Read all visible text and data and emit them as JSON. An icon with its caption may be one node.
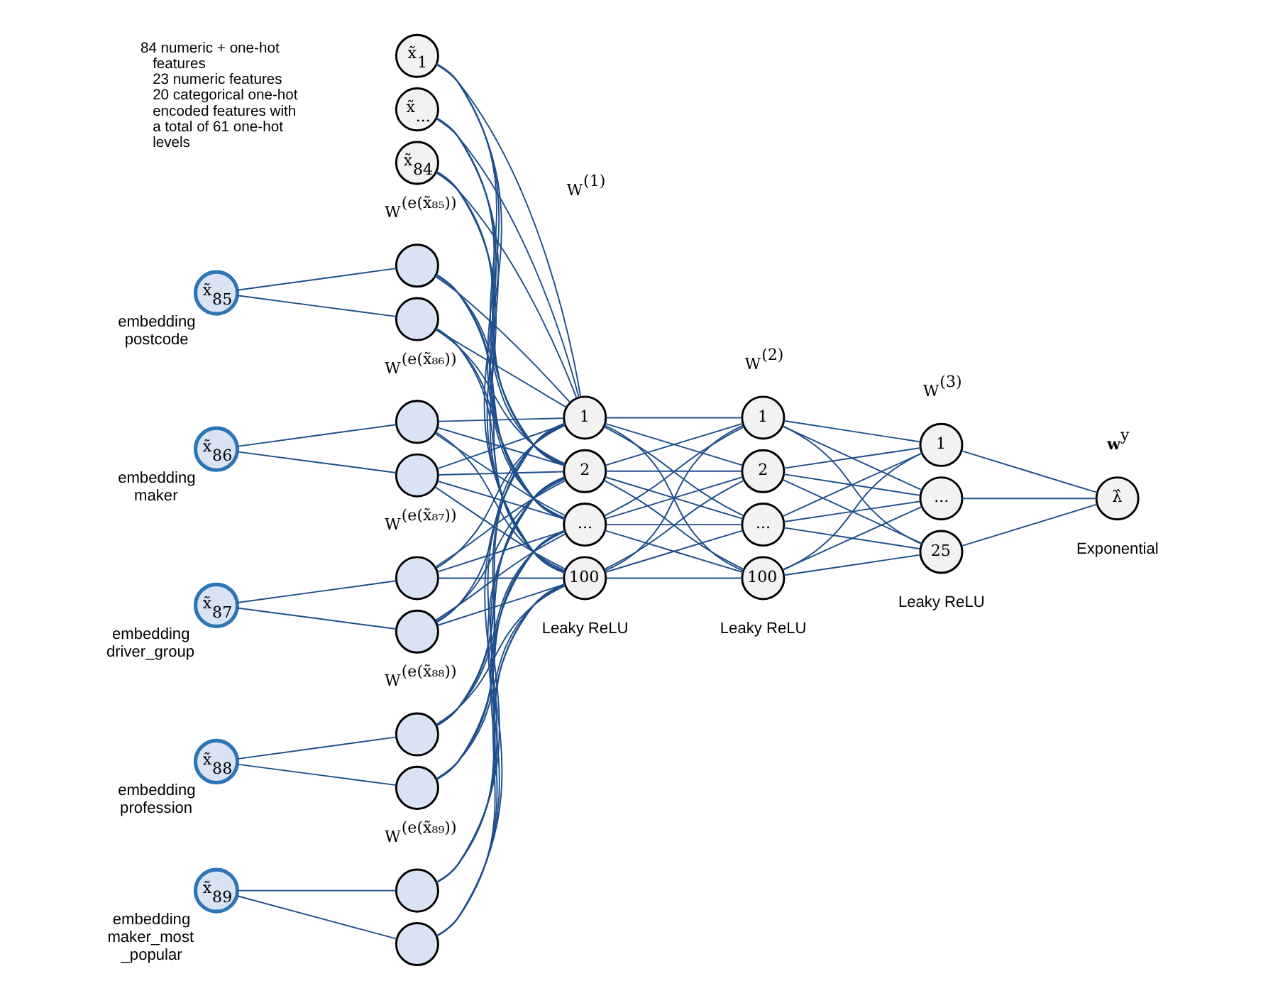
{
  "diagram": {
    "nodes": [
      {
        "text": [
          "x̃$_{1}$"
        ]
      },
      {
        "text": [
          "x̃$_{...}$"
        ]
      },
      {
        "text": [
          "x̃$_{84}$"
        ]
      },
      {
        "text": [
          "x̃$_{85}$"
        ],
        "beside": [
          "embedding postcode"
        ]
      },
      {
        "text": [],
        "shape": "circle"
      },
      {
        "text": [],
        "shape": "circle"
      },
      {
        "text": [
          "x̃$_{86}$"
        ],
        "beside": [
          "embedding maker"
        ]
      },
      {
        "text": [],
        "shape": "circle"
      },
      {
        "text": [],
        "shape": "circle"
      },
      {
        "text": [
          "x̃$_{87}$"
        ],
        "beside": [
          "embedding driver_group"
        ]
      },
      {
        "text": [],
        "shape": "circle"
      },
      {
        "text": [],
        "shape": "circle"
      },
      {
        "text": [
          "x̃$_{88}$"
        ],
        "beside": [
          "embedding profession"
        ]
      },
      {
        "text": [],
        "shape": "circle"
      },
      {
        "text": [],
        "shape": "circle"
      },
      {
        "text": [
          "x̃$_{89}$"
        ],
        "beside": [
          "embedding maker_most _popular"
        ]
      },
      {
        "text": [],
        "shape": "circle"
      },
      {
        "text": [],
        "shape": "circle"
      },
      {
        "text": [
          "1"
        ]
      },
      {
        "text": [
          "2"
        ]
      },
      {
        "text": [
          "..."
        ]
      },
      {
        "text": [
          "100"
        ]
      },
      {
        "text": [
          "1"
        ]
      },
      {
        "text": [
          "2"
        ]
      },
      {
        "text": [
          "..."
        ]
      },
      {
        "text": [
          "100"
        ]
      },
      {
        "text": [
          "1"
        ]
      },
      {
        "text": [
          "..."
        ]
      },
      {
        "text": [
          "25"
        ]
      },
      {
        "text": [
          "λ̂"
        ],
        "beside": [
          "Exponential"
        ]
      }
    ],
    "edges": [
      {
        "from": 3,
        "to": 4,
        "arrow": "none"
      },
      {
        "from": 3,
        "to": 5,
        "arrow": "none"
      },
      {
        "from": 6,
        "to": 7,
        "arrow": "none"
      },
      {
        "from": 6,
        "to": 8,
        "arrow": "none"
      },
      {
        "from": 9,
        "to": 10,
        "arrow": "none"
      },
      {
        "from": 9,
        "to": 11,
        "arrow": "none"
      },
      {
        "from": 12,
        "to": 13,
        "arrow": "none"
      },
      {
        "from": 12,
        "to": 14,
        "arrow": "none"
      },
      {
        "from": 15,
        "to": 16,
        "arrow": "none"
      },
      {
        "from": 15,
        "to": 17,
        "arrow": "none"
      },
      {
        "from": 0,
        "to": 18,
        "arrow": "none"
      },
      {
        "from": 0,
        "to": 19,
        "arrow": "none"
      },
      {
        "from": 0,
        "to": 20,
        "arrow": "none"
      },
      {
        "from": 0,
        "to": 21,
        "arrow": "none"
      },
      {
        "from": 1,
        "to": 18,
        "arrow": "none"
      },
      {
        "from": 1,
        "to": 19,
        "arrow": "none"
      },
      {
        "from": 1,
        "to": 20,
        "arrow": "none"
      },
      {
        "from": 1,
        "to": 21,
        "arrow": "none"
      },
      {
        "from": 2,
        "to": 18,
        "arrow": "none"
      },
      {
        "from": 2,
        "to": 19,
        "arrow": "none"
      },
      {
        "from": 2,
        "to": 20,
        "arrow": "none"
      },
      {
        "from": 2,
        "to": 21,
        "arrow": "none"
      },
      {
        "from": 4,
        "to": 18,
        "arrow": "none"
      },
      {
        "from": 4,
        "to": 19,
        "arrow": "none"
      },
      {
        "from": 4,
        "to": 20,
        "arrow": "none"
      },
      {
        "from": 4,
        "to": 21,
        "arrow": "none"
      },
      {
        "from": 5,
        "to": 18,
        "arrow": "none"
      },
      {
        "from": 5,
        "to": 19,
        "arrow": "none"
      },
      {
        "from": 5,
        "to": 20,
        "arrow": "none"
      },
      {
        "from": 5,
        "to": 21,
        "arrow": "none"
      },
      {
        "from": 7,
        "to": 18,
        "arrow": "none"
      },
      {
        "from": 7,
        "to": 19,
        "arrow": "none"
      },
      {
        "from": 7,
        "to": 20,
        "arrow": "none"
      },
      {
        "from": 7,
        "to": 21,
        "arrow": "none"
      },
      {
        "from": 8,
        "to": 18,
        "arrow": "none"
      },
      {
        "from": 8,
        "to": 19,
        "arrow": "none"
      },
      {
        "from": 8,
        "to": 20,
        "arrow": "none"
      },
      {
        "from": 8,
        "to": 21,
        "arrow": "none"
      },
      {
        "from": 10,
        "to": 18,
        "arrow": "none"
      },
      {
        "from": 10,
        "to": 19,
        "arrow": "none"
      },
      {
        "from": 10,
        "to": 20,
        "arrow": "none"
      },
      {
        "from": 10,
        "to": 21,
        "arrow": "none"
      },
      {
        "from": 11,
        "to": 18,
        "arrow": "none"
      },
      {
        "from": 11,
        "to": 19,
        "arrow": "none"
      },
      {
        "from": 11,
        "to": 20,
        "arrow": "none"
      },
      {
        "from": 11,
        "to": 21,
        "arrow": "none"
      },
      {
        "from": 13,
        "to": 18,
        "arrow": "none"
      },
      {
        "from": 13,
        "to": 19,
        "arrow": "none"
      },
      {
        "from": 13,
        "to": 20,
        "arrow": "none"
      },
      {
        "from": 13,
        "to": 21,
        "arrow": "none"
      },
      {
        "from": 14,
        "to": 18,
        "arrow": "none"
      },
      {
        "from": 14,
        "to": 19,
        "arrow": "none"
      },
      {
        "from": 14,
        "to": 20,
        "arrow": "none"
      },
      {
        "from": 14,
        "to": 21,
        "arrow": "none"
      },
      {
        "from": 16,
        "to": 18,
        "arrow": "none"
      },
      {
        "from": 16,
        "to": 19,
        "arrow": "none"
      },
      {
        "from": 16,
        "to": 20,
        "arrow": "none"
      },
      {
        "from": 16,
        "to": 21,
        "arrow": "none"
      },
      {
        "from": 17,
        "to": 18,
        "arrow": "none"
      },
      {
        "from": 17,
        "to": 19,
        "arrow": "none"
      },
      {
        "from": 17,
        "to": 20,
        "arrow": "none"
      },
      {
        "from": 17,
        "to": 21,
        "arrow": "none"
      },
      {
        "from": 18,
        "to": 22,
        "arrow": "none"
      },
      {
        "from": 18,
        "to": 23,
        "arrow": "none"
      },
      {
        "from": 18,
        "to": 24,
        "arrow": "none"
      },
      {
        "from": 18,
        "to": 25,
        "arrow": "none"
      },
      {
        "from": 19,
        "to": 22,
        "arrow": "none"
      },
      {
        "from": 19,
        "to": 23,
        "arrow": "none"
      },
      {
        "from": 19,
        "to": 24,
        "arrow": "none"
      },
      {
        "from": 19,
        "to": 25,
        "arrow": "none"
      },
      {
        "from": 20,
        "to": 22,
        "arrow": "none"
      },
      {
        "from": 20,
        "to": 23,
        "arrow": "none"
      },
      {
        "from": 20,
        "to": 24,
        "arrow": "none"
      },
      {
        "from": 20,
        "to": 25,
        "arrow": "none"
      },
      {
        "from": 21,
        "to": 22,
        "arrow": "none"
      },
      {
        "from": 21,
        "to": 23,
        "arrow": "none"
      },
      {
        "from": 21,
        "to": 24,
        "arrow": "none"
      },
      {
        "from": 21,
        "to": 25,
        "arrow": "none"
      },
      {
        "from": 22,
        "to": 26,
        "arrow": "none"
      },
      {
        "from": 22,
        "to": 27,
        "arrow": "none"
      },
      {
        "from": 22,
        "to": 28,
        "arrow": "none"
      },
      {
        "from": 23,
        "to": 26,
        "arrow": "none"
      },
      {
        "from": 23,
        "to": 27,
        "arrow": "none"
      },
      {
        "from": 23,
        "to": 28,
        "arrow": "none"
      },
      {
        "from": 24,
        "to": 26,
        "arrow": "none"
      },
      {
        "from": 24,
        "to": 27,
        "arrow": "none"
      },
      {
        "from": 24,
        "to": 28,
        "arrow": "none"
      },
      {
        "from": 25,
        "to": 26,
        "arrow": "none"
      },
      {
        "from": 25,
        "to": 27,
        "arrow": "none"
      },
      {
        "from": 25,
        "to": 28,
        "arrow": "none"
      },
      {
        "from": 26,
        "to": 29,
        "arrow": "none"
      },
      {
        "from": 27,
        "to": 29,
        "arrow": "none"
      },
      {
        "from": 28,
        "to": 29,
        "arrow": "none"
      }
    ],
    "labels": [
      "84 numeric + one-hot features",
      "23 numeric features",
      "20 categorical one-hot encoded features with a total of 61 one-hot levels",
      "W$^{(1)}$",
      "W$^{(2)}$",
      "W$^{(3)}$",
      "**w**$^{y}$",
      "W$^{(e(x̃₈₅))}$",
      "W$^{(e(x̃₈₆))}$",
      "W$^{(e(x̃₈₇))}$",
      "W$^{(e(x̃₈₈))}$",
      "W$^{(e(x̃₈₉))}$",
      "Leaky ReLU",
      "Leaky ReLU",
      "Leaky ReLU"
    ]
  }
}
